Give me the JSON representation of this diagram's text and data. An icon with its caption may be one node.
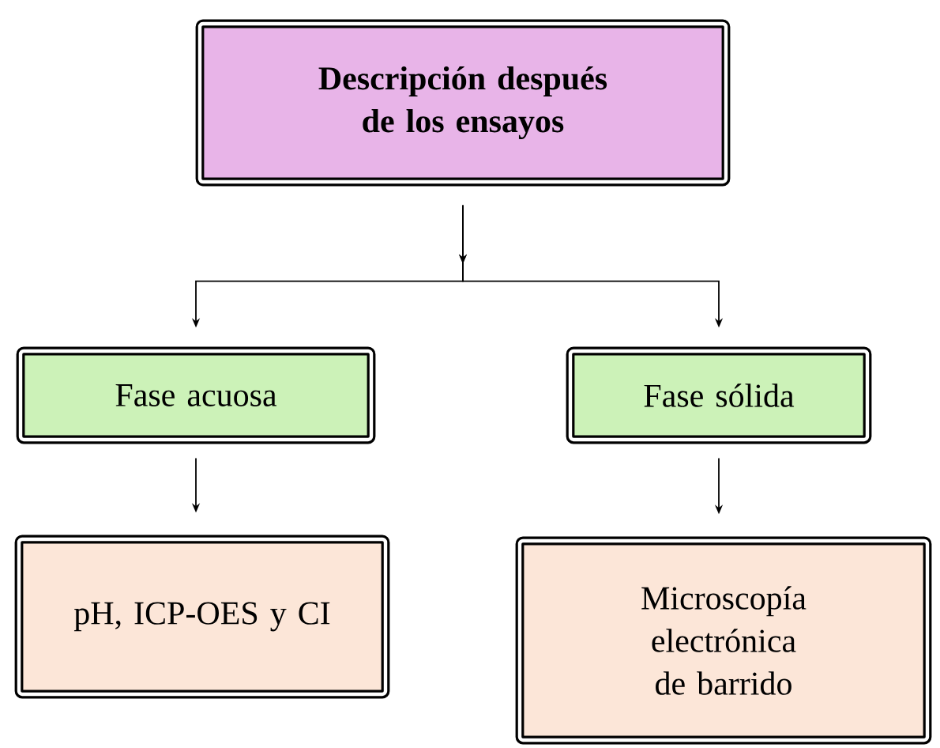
{
  "diagram": {
    "nodes": [
      {
        "text": [
          "Descripción después de los ensayos"
        ]
      },
      {
        "text": [
          "Fase acuosa"
        ]
      },
      {
        "text": [
          "Fase sólida"
        ]
      },
      {
        "text": [
          "pH, ICP-OES y CI"
        ]
      },
      {
        "text": [
          "Microscopía electrónica de barrido"
        ]
      }
    ],
    "edges": [
      {
        "from": 0,
        "to": 1,
        "arrow": "to"
      },
      {
        "from": 0,
        "to": 2,
        "arrow": "to"
      },
      {
        "from": 1,
        "to": 3,
        "arrow": "to"
      },
      {
        "from": 2,
        "to": 4,
        "arrow": "to"
      }
    ]
  }
}
